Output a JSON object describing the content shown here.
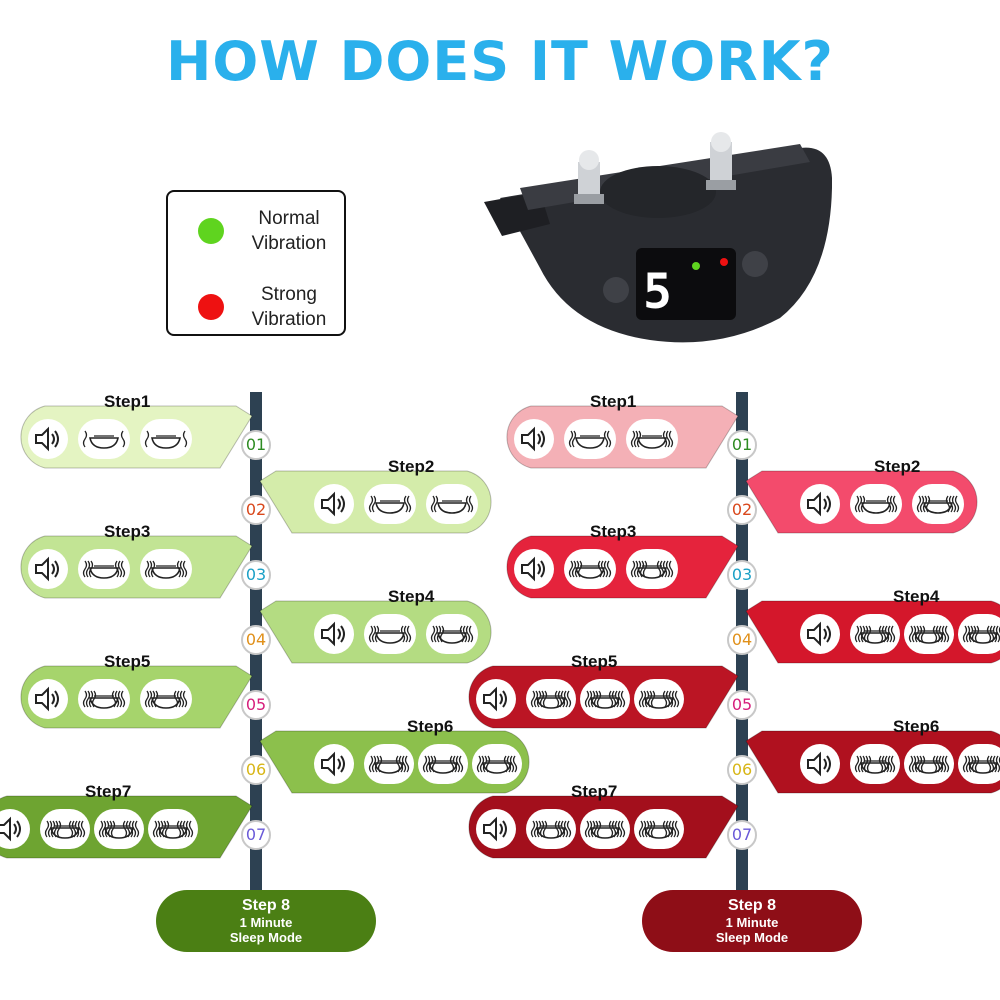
{
  "title": "HOW DOES IT WORK?",
  "legend": [
    {
      "label": "Normal\nVibration",
      "color": "#5fd41f"
    },
    {
      "label": "Strong\nVibration",
      "color": "#ee1111"
    }
  ],
  "device": {
    "display_digit": "5"
  },
  "num_colors": [
    "#2e8b22",
    "#d9481c",
    "#1ba0c6",
    "#e0901a",
    "#d61f7c",
    "#d8b617",
    "#6a5ad8"
  ],
  "normal_flow": {
    "steps": [
      {
        "label": "Step1",
        "number": "01",
        "waves": [
          1,
          1
        ],
        "color": "#e4f4c2"
      },
      {
        "label": "Step2",
        "number": "02",
        "waves": [
          2,
          2
        ],
        "color": "#d4ecaa"
      },
      {
        "label": "Step3",
        "number": "03",
        "waves": [
          3,
          3
        ],
        "color": "#c2e494"
      },
      {
        "label": "Step4",
        "number": "04",
        "waves": [
          3,
          4
        ],
        "color": "#b4dc82"
      },
      {
        "label": "Step5",
        "number": "05",
        "waves": [
          4,
          4
        ],
        "color": "#a6d46c"
      },
      {
        "label": "Step6",
        "number": "06",
        "waves": [
          4,
          4,
          4
        ],
        "color": "#8cc04c"
      },
      {
        "label": "Step7",
        "number": "07",
        "waves": [
          5,
          5,
          5
        ],
        "color": "#6ea431"
      }
    ],
    "final": {
      "title": "Step 8",
      "line1": "1 Minute",
      "line2": "Sleep Mode",
      "color": "#4b7f14"
    }
  },
  "strong_flow": {
    "steps": [
      {
        "label": "Step1",
        "number": "01",
        "waves": [
          2,
          3
        ],
        "color": "#f4b0b6"
      },
      {
        "label": "Step2",
        "number": "02",
        "waves": [
          3,
          4
        ],
        "color": "#f34b6c"
      },
      {
        "label": "Step3",
        "number": "03",
        "waves": [
          4,
          5
        ],
        "color": "#e5233c"
      },
      {
        "label": "Step4",
        "number": "04",
        "waves": [
          5,
          5,
          5
        ],
        "color": "#d4172b"
      },
      {
        "label": "Step5",
        "number": "05",
        "waves": [
          5,
          5,
          5
        ],
        "color": "#bb1524"
      },
      {
        "label": "Step6",
        "number": "06",
        "waves": [
          5,
          5,
          5
        ],
        "color": "#b0111f"
      },
      {
        "label": "Step7",
        "number": "07",
        "waves": [
          5,
          5,
          5
        ],
        "color": "#a30f1c"
      }
    ],
    "final": {
      "title": "Step 8",
      "line1": "1 Minute",
      "line2": "Sleep Mode",
      "color": "#8e0e17"
    }
  }
}
